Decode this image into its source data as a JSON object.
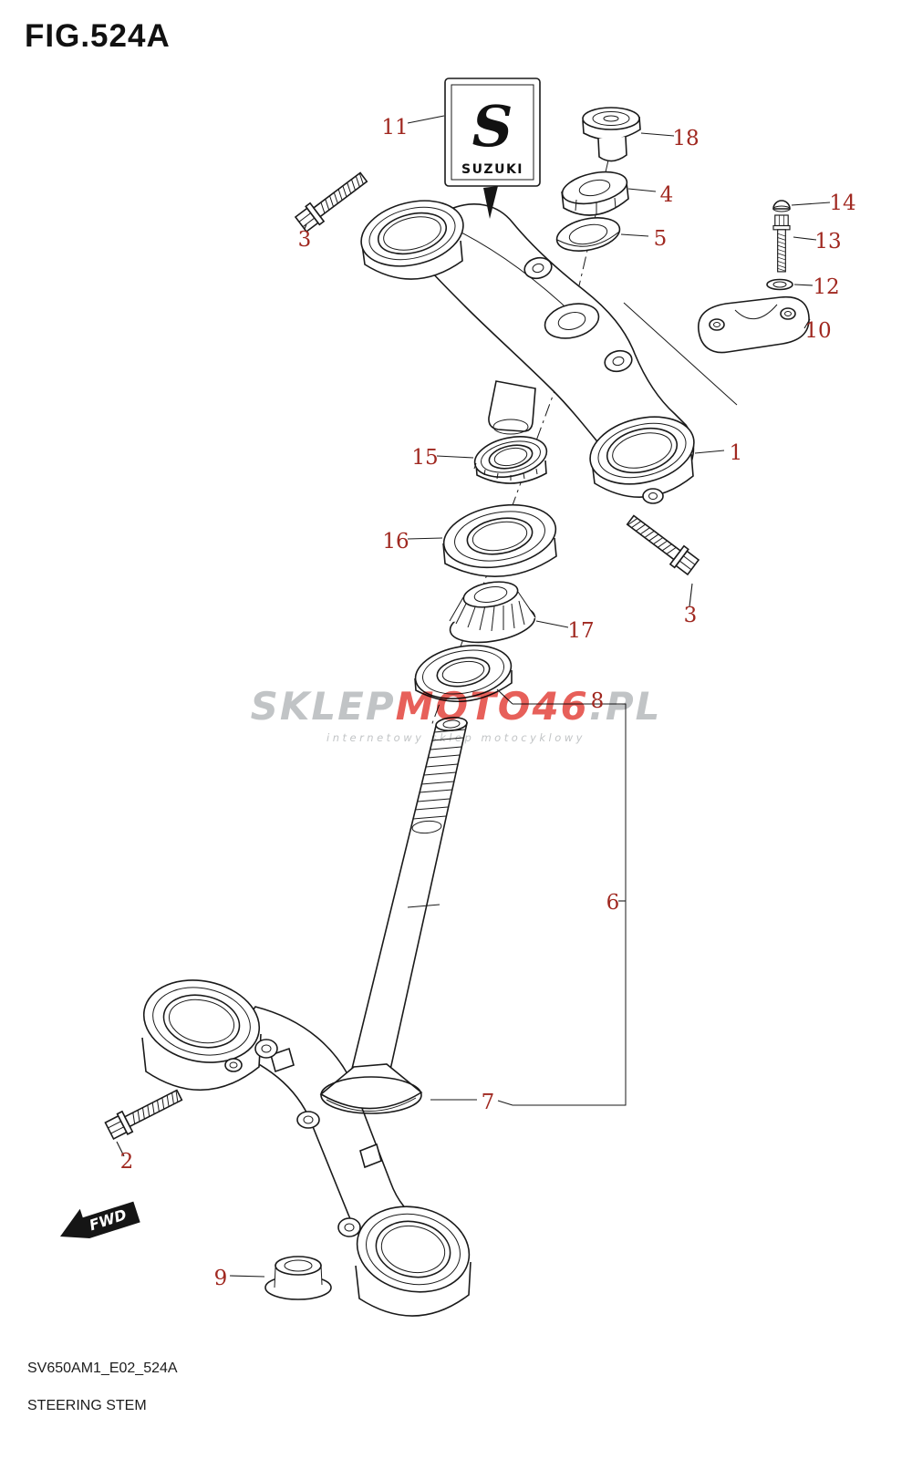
{
  "page": {
    "title": "FIG.524A",
    "doc_code": "SV650AM1_E02_524A",
    "doc_name": "STEERING STEM"
  },
  "badge": {
    "logo_letter": "S",
    "brand": "SUZUKI"
  },
  "fwd": {
    "label": "FWD"
  },
  "watermark": {
    "part1": "SKLEP",
    "part2": "MOTO46",
    "part3": ".PL",
    "tagline": "internetowy sklep motocyklowy"
  },
  "colors": {
    "callout": "#a02820",
    "line": "#1a1a1a",
    "watermark_gray": "#b4b7b9",
    "watermark_red": "#e23d35"
  },
  "callouts": [
    {
      "label": "11"
    },
    {
      "label": "18"
    },
    {
      "label": "4"
    },
    {
      "label": "5"
    },
    {
      "label": "3"
    },
    {
      "label": "14"
    },
    {
      "label": "13"
    },
    {
      "label": "12"
    },
    {
      "label": "10"
    },
    {
      "label": "1"
    },
    {
      "label": "15"
    },
    {
      "label": "16"
    },
    {
      "label": "17"
    },
    {
      "label": "8"
    },
    {
      "label": "3"
    },
    {
      "label": "6"
    },
    {
      "label": "7"
    },
    {
      "label": "2"
    },
    {
      "label": "9"
    }
  ]
}
